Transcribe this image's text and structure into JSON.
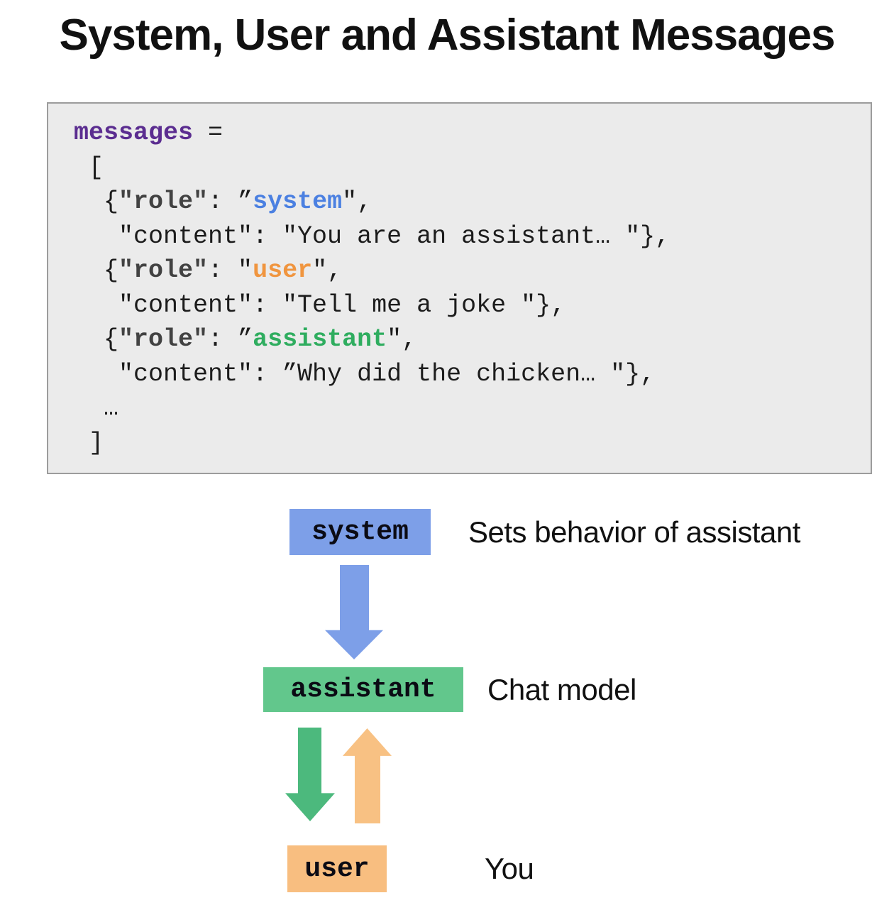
{
  "title": "System, User and Assistant Messages",
  "colors": {
    "purple": "#5b2d90",
    "code_text": "#1c1c1c",
    "role_key": "#424242",
    "blue": "#4b80e1",
    "orange": "#f0953f",
    "green": "#2fad5f",
    "code_bg": "#ebebeb",
    "code_border": "#9c9c9c",
    "box_blue": "#7d9fe8",
    "box_green": "#62c78c",
    "box_orange": "#f8be80",
    "arrow_blue": "#7d9fe8",
    "arrow_green": "#4cb97d",
    "arrow_orange": "#f8c183"
  },
  "code": {
    "lines": [
      [
        {
          "t": "messages",
          "s": "kw"
        },
        {
          "t": " =",
          "s": "plain"
        }
      ],
      [
        {
          "t": " [",
          "s": "plain"
        }
      ],
      [
        {
          "t": "  {",
          "s": "plain"
        },
        {
          "t": "\"role\"",
          "s": "key"
        },
        {
          "t": ": ”",
          "s": "plain"
        },
        {
          "t": "system",
          "s": "system"
        },
        {
          "t": "\",",
          "s": "plain"
        }
      ],
      [
        {
          "t": "   \"content\": \"You are an assistant… \"},",
          "s": "plain"
        }
      ],
      [
        {
          "t": "  {",
          "s": "plain"
        },
        {
          "t": "\"role\"",
          "s": "key"
        },
        {
          "t": ": \"",
          "s": "plain"
        },
        {
          "t": "user",
          "s": "user"
        },
        {
          "t": "\",",
          "s": "plain"
        }
      ],
      [
        {
          "t": "   \"content\": \"Tell me a joke \"},",
          "s": "plain"
        }
      ],
      [
        {
          "t": "  {",
          "s": "plain"
        },
        {
          "t": "\"role\"",
          "s": "key"
        },
        {
          "t": ": ”",
          "s": "plain"
        },
        {
          "t": "assistant",
          "s": "assistant"
        },
        {
          "t": "\",",
          "s": "plain"
        }
      ],
      [
        {
          "t": "   \"content\": ”Why did the chicken… \"},",
          "s": "plain"
        }
      ],
      [
        {
          "t": "  …",
          "s": "plain"
        }
      ],
      [
        {
          "t": " ]",
          "s": "plain"
        }
      ]
    ]
  },
  "diagram": {
    "system": {
      "label": "system",
      "caption": "Sets behavior of assistant"
    },
    "assistant": {
      "label": "assistant",
      "caption": "Chat model"
    },
    "user": {
      "label": "user",
      "caption": "You"
    }
  }
}
